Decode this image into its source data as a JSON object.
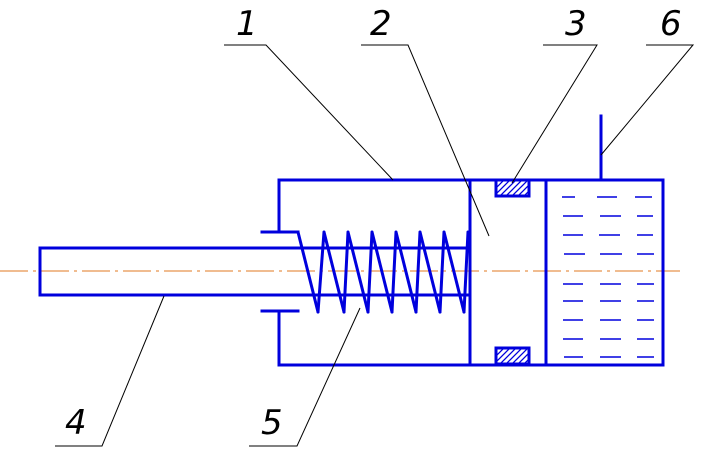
{
  "colors": {
    "structure": "#0000dd",
    "leader": "#000000",
    "axis": "#e07820",
    "background": "#ffffff"
  },
  "labels": {
    "l1": "1",
    "l2": "2",
    "l3": "3",
    "l4": "4",
    "l5": "5",
    "l6": "6"
  }
}
